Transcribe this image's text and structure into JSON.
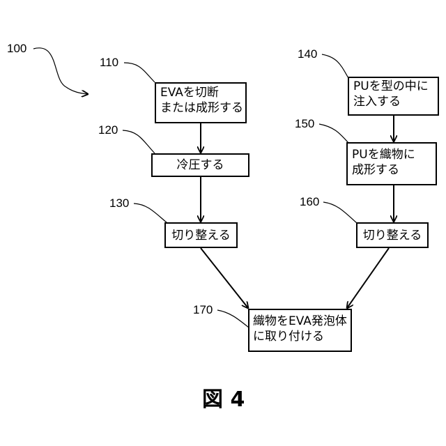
{
  "overall_ref": "100",
  "steps": {
    "s110": {
      "ref": "110",
      "lines": [
        "EVAを切断",
        "または成形する"
      ]
    },
    "s120": {
      "ref": "120",
      "lines": [
        "冷圧する"
      ]
    },
    "s130": {
      "ref": "130",
      "lines": [
        "切り整える"
      ]
    },
    "s140": {
      "ref": "140",
      "lines": [
        "PUを型の中に",
        "注入する"
      ]
    },
    "s150": {
      "ref": "150",
      "lines": [
        "PUを織物に",
        "成形する"
      ]
    },
    "s160": {
      "ref": "160",
      "lines": [
        "切り整える"
      ]
    },
    "s170": {
      "ref": "170",
      "lines": [
        "織物をEVA発泡体",
        "に取り付ける"
      ]
    }
  },
  "figure_label": "図 4"
}
